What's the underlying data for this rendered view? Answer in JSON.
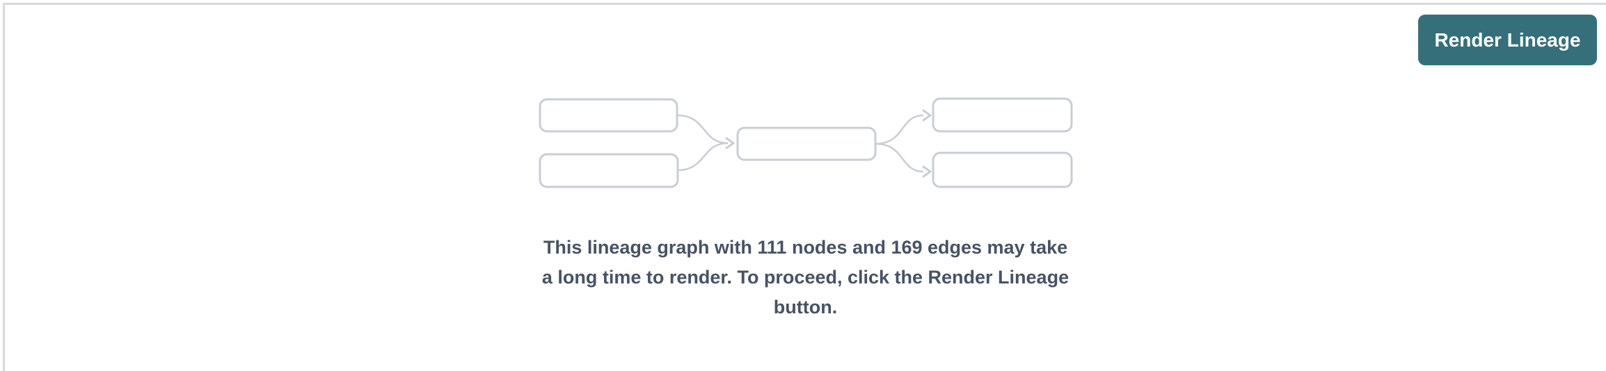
{
  "colors": {
    "background": "#ffffff",
    "panel-border": "#d9d9dc",
    "button-bg": "#35707a",
    "button-text": "#ffffff",
    "node-border": "#c9cdd5",
    "edge-line": "#c9cdd5",
    "message-text": "#485264"
  },
  "toolbar": {
    "render_button_label": "Render Lineage"
  },
  "placeholder_graph": {
    "icon": "lineage-graph-placeholder"
  },
  "message": {
    "node_count": "111",
    "edge_count": "169",
    "lines": [
      "This lineage graph with 111 nodes and 169 edges may take",
      "a long time to render. To proceed, click the Render Lineage",
      "button."
    ],
    "full_text": "This lineage graph with 111 nodes and 169 edges may take a long time to render. To proceed, click the Render Lineage button."
  }
}
